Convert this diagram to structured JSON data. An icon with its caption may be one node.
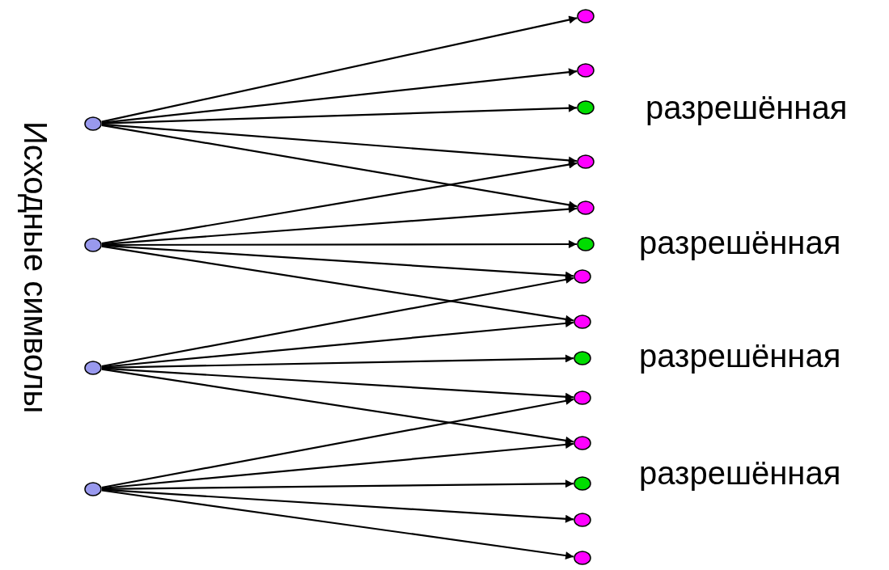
{
  "diagram": {
    "nodes": [
      {
        "text": [],
        "shape": "circle"
      },
      {
        "text": [],
        "shape": "circle"
      },
      {
        "text": [],
        "shape": "circle"
      },
      {
        "text": [],
        "shape": "circle"
      },
      {
        "text": [],
        "shape": "circle"
      },
      {
        "text": [],
        "shape": "circle"
      },
      {
        "text": [],
        "shape": "circle",
        "beside": [
          "разрешённая"
        ]
      },
      {
        "text": [],
        "shape": "circle"
      },
      {
        "text": [],
        "shape": "circle"
      },
      {
        "text": [],
        "shape": "circle",
        "beside": [
          "разрешённая"
        ]
      },
      {
        "text": [],
        "shape": "circle"
      },
      {
        "text": [],
        "shape": "circle"
      },
      {
        "text": [],
        "shape": "circle",
        "beside": [
          "разрешённая"
        ]
      },
      {
        "text": [],
        "shape": "circle"
      },
      {
        "text": [],
        "shape": "circle"
      },
      {
        "text": [],
        "shape": "circle",
        "beside": [
          "разрешённая"
        ]
      },
      {
        "text": [],
        "shape": "circle"
      },
      {
        "text": [],
        "shape": "circle"
      }
    ],
    "edges": [
      {
        "from": 0,
        "to": 4,
        "arrow": "to"
      },
      {
        "from": 0,
        "to": 5,
        "arrow": "to"
      },
      {
        "from": 0,
        "to": 6,
        "arrow": "to"
      },
      {
        "from": 0,
        "to": 7,
        "arrow": "to"
      },
      {
        "from": 0,
        "to": 8,
        "arrow": "to"
      },
      {
        "from": 1,
        "to": 7,
        "arrow": "to"
      },
      {
        "from": 1,
        "to": 8,
        "arrow": "to"
      },
      {
        "from": 1,
        "to": 9,
        "arrow": "to"
      },
      {
        "from": 1,
        "to": 10,
        "arrow": "to"
      },
      {
        "from": 1,
        "to": 11,
        "arrow": "to"
      },
      {
        "from": 2,
        "to": 10,
        "arrow": "to"
      },
      {
        "from": 2,
        "to": 11,
        "arrow": "to"
      },
      {
        "from": 2,
        "to": 12,
        "arrow": "to"
      },
      {
        "from": 2,
        "to": 13,
        "arrow": "to"
      },
      {
        "from": 2,
        "to": 14,
        "arrow": "to"
      },
      {
        "from": 3,
        "to": 13,
        "arrow": "to"
      },
      {
        "from": 3,
        "to": 14,
        "arrow": "to"
      },
      {
        "from": 3,
        "to": 15,
        "arrow": "to"
      },
      {
        "from": 3,
        "to": 16,
        "arrow": "to"
      },
      {
        "from": 3,
        "to": 17,
        "arrow": "to"
      }
    ],
    "labels": [
      "Исходные символы"
    ]
  }
}
